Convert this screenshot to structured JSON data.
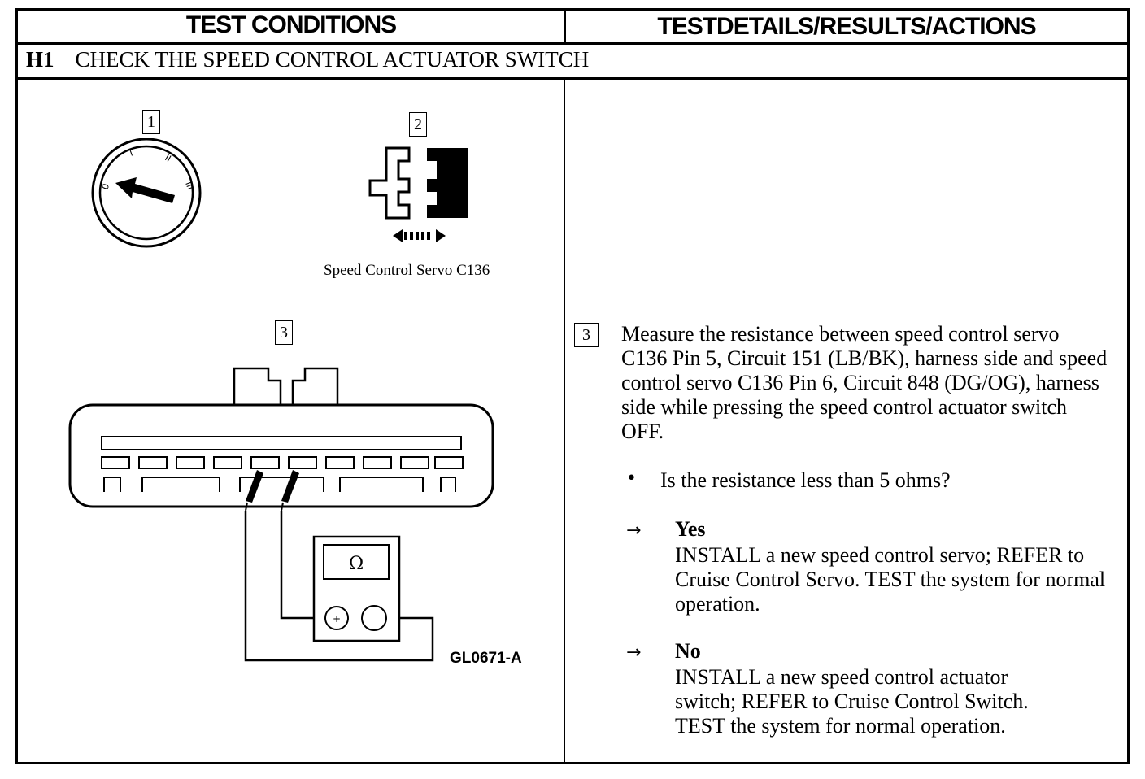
{
  "header": {
    "left": "TEST CONDITIONS",
    "right": "TESTDETAILS/RESULTS/ACTIONS"
  },
  "step": {
    "code": "H1",
    "title": "CHECK THE SPEED CONTROL ACTUATOR SWITCH"
  },
  "figures": {
    "step1_label": "1",
    "step2_label": "2",
    "step3_label": "3",
    "connector_caption": "Speed Control Servo C136",
    "ohm_symbol": "Ω",
    "plus_symbol": "+",
    "figure_id": "GL0671-A",
    "ignition_marks": [
      "0",
      "I",
      "II",
      "III"
    ]
  },
  "details": {
    "step_label": "3",
    "instruction": "Measure the resistance between speed control servo C136 Pin 5, Circuit 151 (LB/BK), harness side and speed control servo C136 Pin 6, Circuit 848 (DG/OG), harness side while pressing the speed control actuator switch OFF.",
    "question": "Is the resistance less than 5 ohms?",
    "bullet": "•",
    "arrow": "→",
    "yes_label": "Yes",
    "yes_action": "INSTALL a new speed control servo; REFER to Cruise Control Servo.  TEST the system for normal operation.",
    "no_label": "No",
    "no_action": "INSTALL a new speed control actuator switch; REFER to Cruise Control Switch. TEST the system for normal operation."
  }
}
